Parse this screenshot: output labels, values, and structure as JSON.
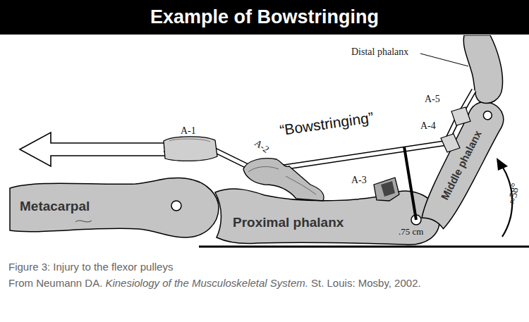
{
  "diagram": {
    "title": "Example of Bowstringing",
    "caption": "Figure 3: Injury to the flexor pulleys",
    "nodes": [
      {
        "text": [
          "Metacarpal"
        ]
      },
      {
        "text": [
          "Proximal phalanx"
        ]
      },
      {
        "text": [
          "Middle phalanx"
        ]
      },
      {
        "text": [
          "Distal phalanx"
        ]
      }
    ],
    "labels": [
      "A-1",
      "A-2",
      "A-3",
      "A-4",
      "A-5",
      "“Bowstringing”",
      ".75 cm",
      "≈58°",
      "From Neumann DA.",
      "Kinesiology of the Musculoskeletal System.",
      "St. Louis: Mosby, 2002."
    ]
  }
}
